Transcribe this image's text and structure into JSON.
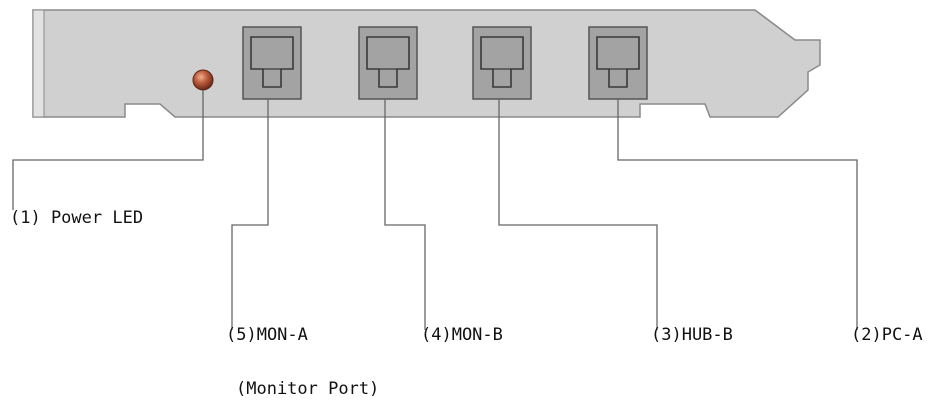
{
  "labels": {
    "power_led": "(1) Power LED",
    "pc_a": "(2)PC-A",
    "hub_b": "(3)HUB-B",
    "mon_b": "(4)MON-B",
    "mon_a": "(5)MON-A",
    "group": "(Monitor Port)"
  },
  "colors": {
    "bracket_fill": "#d0d0d0",
    "bracket_edge": "#8a8a8a",
    "port_fill": "#a3a3a3",
    "port_edge": "#555555",
    "led": "#b0503a",
    "leader_line": "#666666",
    "text": "#111111"
  }
}
